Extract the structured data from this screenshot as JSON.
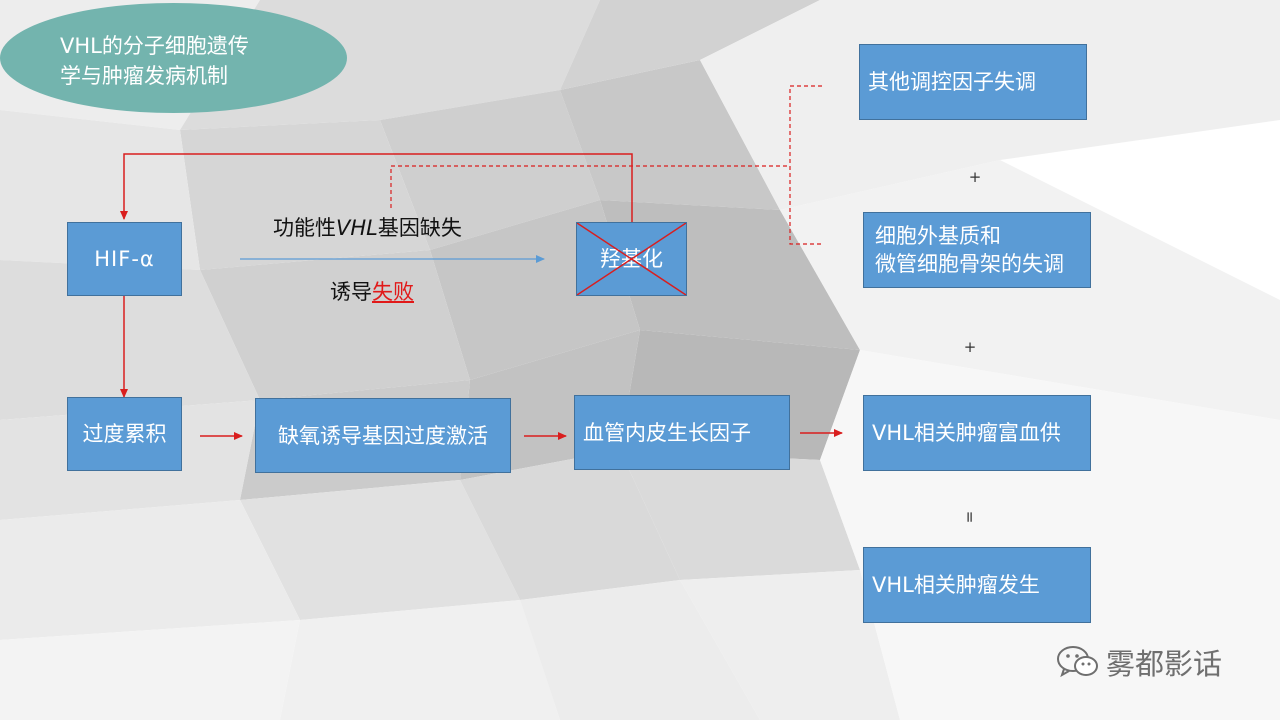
{
  "title": {
    "line1": "VHL的分子细胞遗传",
    "line2": "学与肿瘤发病机制"
  },
  "nodes": {
    "hif": "HIF-α",
    "hydroxylation": "羟基化",
    "accumulation": "过度累积",
    "hypoxia_genes": "缺氧诱导基因过度激活",
    "vegf": "血管内皮生长因子",
    "other_factors": "其他调控因子失调",
    "ecm_line1": "细胞外基质和",
    "ecm_line2": "微管细胞骨架的失调",
    "blood_supply": "VHL相关肿瘤富血供",
    "tumor": "VHL相关肿瘤发生"
  },
  "labels": {
    "loss_prefix": "功能性",
    "loss_gene": "VHL",
    "loss_suffix": "基因缺失",
    "induce_prefix": "诱导",
    "induce_fail": "失败"
  },
  "operators": {
    "plus1": "+",
    "plus2": "+",
    "equals": "="
  },
  "watermark": {
    "text": "雾都影话",
    "icon": "wechat-icon"
  },
  "colors": {
    "box_fill": "#5b9bd5",
    "box_border": "#41719c",
    "title_fill": "#73b4ae",
    "red_line": "#d91e1e",
    "blue_arrow": "#5b9bd5"
  }
}
